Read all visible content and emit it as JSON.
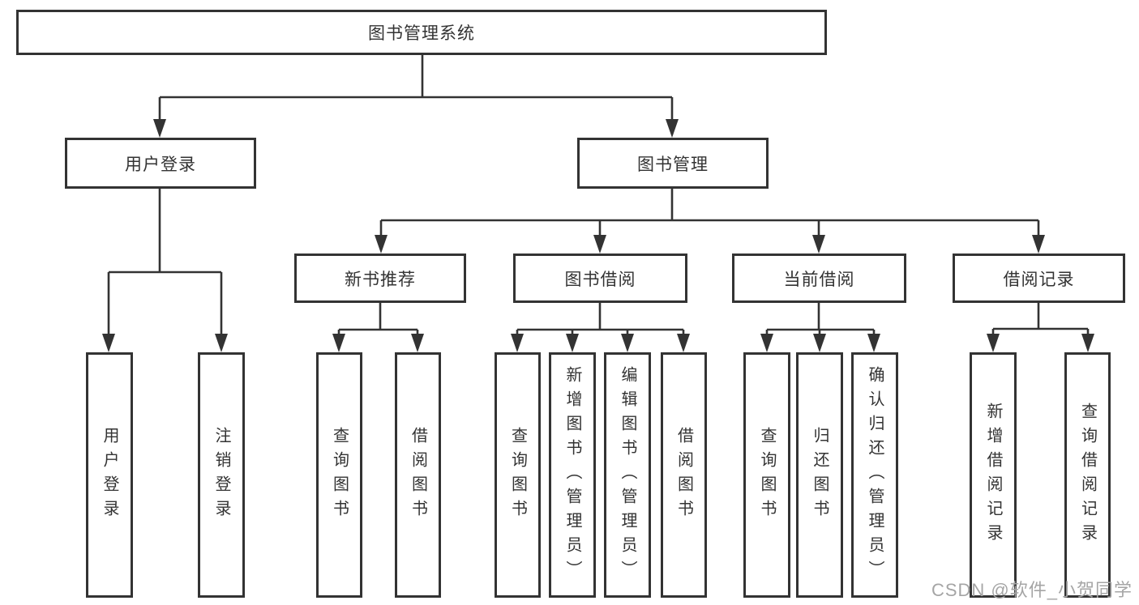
{
  "diagram": {
    "type": "hierarchy-tree",
    "title": "图书管理系统",
    "colors": {
      "line": "#333333",
      "border": "#333333",
      "text": "#333333",
      "box_background": "#ffffff",
      "page_background": "#ffffff",
      "watermark": "#a5a5a5"
    },
    "nodes": {
      "root": "图书管理系统",
      "level2": {
        "user_login": "用户登录",
        "book_management": "图书管理"
      },
      "level3": {
        "new_book_recommend": "新书推荐",
        "book_borrowing": "图书借阅",
        "current_borrowing": "当前借阅",
        "borrowing_records": "借阅记录"
      },
      "leaves": {
        "user_login": "用户登录",
        "logout": "注销登录",
        "query_books_recommend": "查询图书",
        "borrow_books_recommend": "借阅图书",
        "query_books_borrowing": "查询图书",
        "add_books_admin": "新增图书（管理员）",
        "edit_books_admin": "编辑图书（管理员）",
        "borrow_books_borrowing": "借阅图书",
        "query_books_current": "查询图书",
        "return_books": "归还图书",
        "confirm_return_admin": "确认归还（管理员）",
        "add_borrow_record": "新增借阅记录",
        "query_borrow_record": "查询借阅记录"
      }
    },
    "edges": [
      "图书管理系统 -> 用户登录",
      "图书管理系统 -> 图书管理",
      "用户登录 -> 用户登录(叶)",
      "用户登录 -> 注销登录",
      "图书管理 -> 新书推荐",
      "图书管理 -> 图书借阅",
      "图书管理 -> 当前借阅",
      "图书管理 -> 借阅记录",
      "新书推荐 -> 查询图书",
      "新书推荐 -> 借阅图书",
      "图书借阅 -> 查询图书",
      "图书借阅 -> 新增图书（管理员）",
      "图书借阅 -> 编辑图书（管理员）",
      "图书借阅 -> 借阅图书",
      "当前借阅 -> 查询图书",
      "当前借阅 -> 归还图书",
      "当前借阅 -> 确认归还（管理员）",
      "借阅记录 -> 新增借阅记录",
      "借阅记录 -> 查询借阅记录"
    ]
  },
  "watermark": "CSDN @软件_小贺同学"
}
